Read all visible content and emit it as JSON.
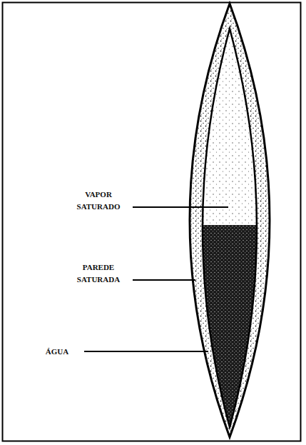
{
  "diagram": {
    "labels": [
      "VAPOR SATURADO",
      "PAREDE SATURADA",
      "ÁGUA"
    ]
  }
}
